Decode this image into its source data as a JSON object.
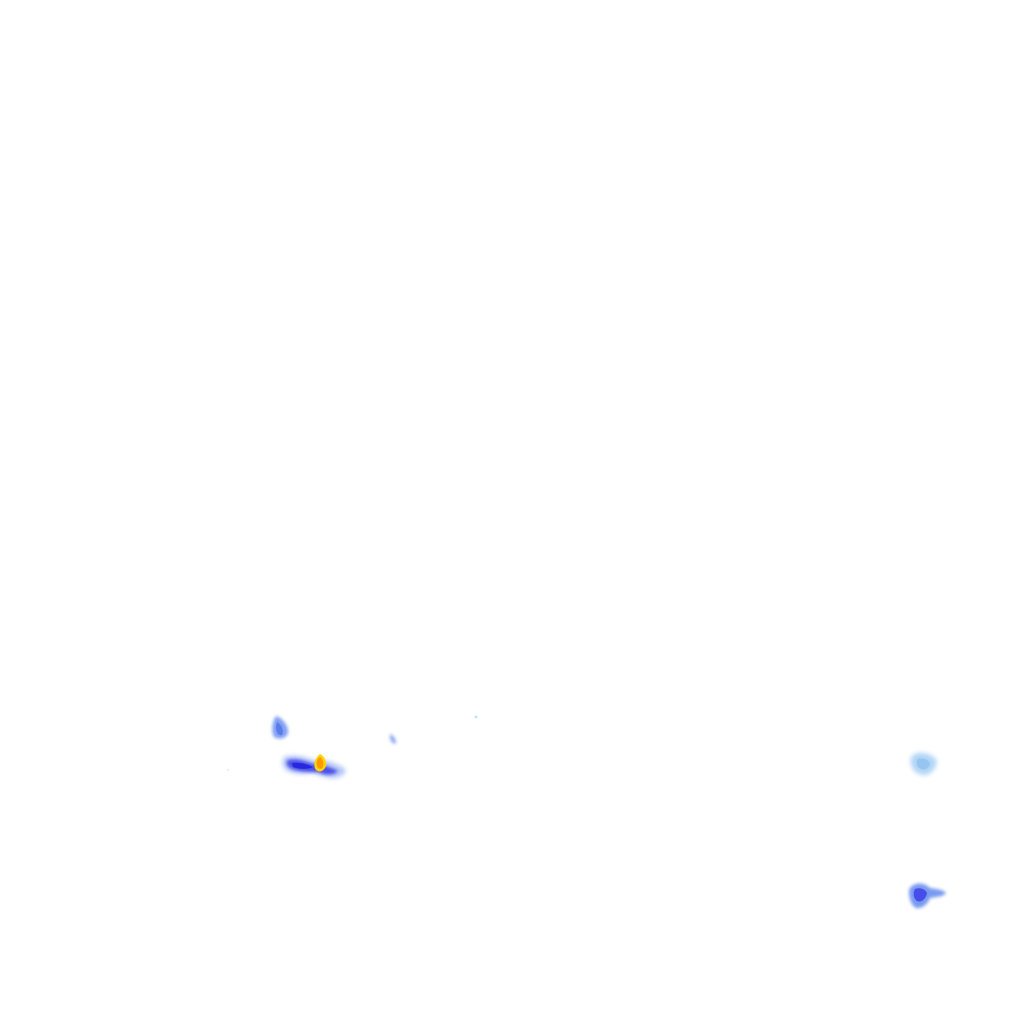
{
  "layer": {
    "type": "precipitation-radar-overlay",
    "background": "#ffffff",
    "intensity_colors": {
      "very_light": "#a9d0f5",
      "light": "#6b8ff0",
      "moderate": "#3a3ae6",
      "heavy": "#2222dd",
      "intense_core": "#ff9a00",
      "intense_edge": "#ffd400"
    },
    "cells": [
      {
        "id": "cell-west-small",
        "intensity": "light"
      },
      {
        "id": "cell-main",
        "intensity": "intense"
      },
      {
        "id": "cell-speck-center",
        "intensity": "light"
      },
      {
        "id": "cell-east-upper",
        "intensity": "very_light"
      },
      {
        "id": "cell-east-lower",
        "intensity": "moderate"
      }
    ]
  }
}
